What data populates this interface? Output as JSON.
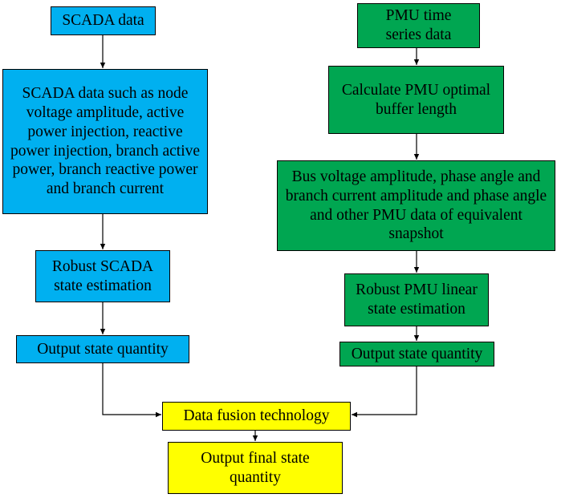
{
  "colors": {
    "scada_fill": "#00b0f0",
    "pmu_fill": "#00a651",
    "fusion_fill": "#ffff00",
    "line": "#000000"
  },
  "nodes": {
    "scada_data": "SCADA data",
    "scada_measurements": "SCADA data such as node voltage amplitude, active power injection, reactive power injection, branch active power, branch reactive power and branch current",
    "robust_scada": "Robust SCADA state estimation",
    "scada_output": "Output state quantity",
    "pmu_time_series": "PMU time series data",
    "pmu_buffer": "Calculate PMU optimal buffer length",
    "pmu_snapshot": "Bus voltage amplitude, phase angle and branch current amplitude and phase angle and other PMU data of equivalent snapshot",
    "robust_pmu": "Robust PMU  linear state estimation",
    "pmu_output": "Output state quantity",
    "data_fusion": "Data fusion technology",
    "final_output": "Output final state quantity"
  },
  "edges": [
    {
      "from": "scada_data",
      "to": "scada_measurements"
    },
    {
      "from": "scada_measurements",
      "to": "robust_scada"
    },
    {
      "from": "robust_scada",
      "to": "scada_output"
    },
    {
      "from": "scada_output",
      "to": "data_fusion"
    },
    {
      "from": "pmu_time_series",
      "to": "pmu_buffer"
    },
    {
      "from": "pmu_buffer",
      "to": "pmu_snapshot"
    },
    {
      "from": "pmu_snapshot",
      "to": "robust_pmu"
    },
    {
      "from": "robust_pmu",
      "to": "pmu_output"
    },
    {
      "from": "pmu_output",
      "to": "data_fusion"
    },
    {
      "from": "data_fusion",
      "to": "final_output"
    }
  ]
}
